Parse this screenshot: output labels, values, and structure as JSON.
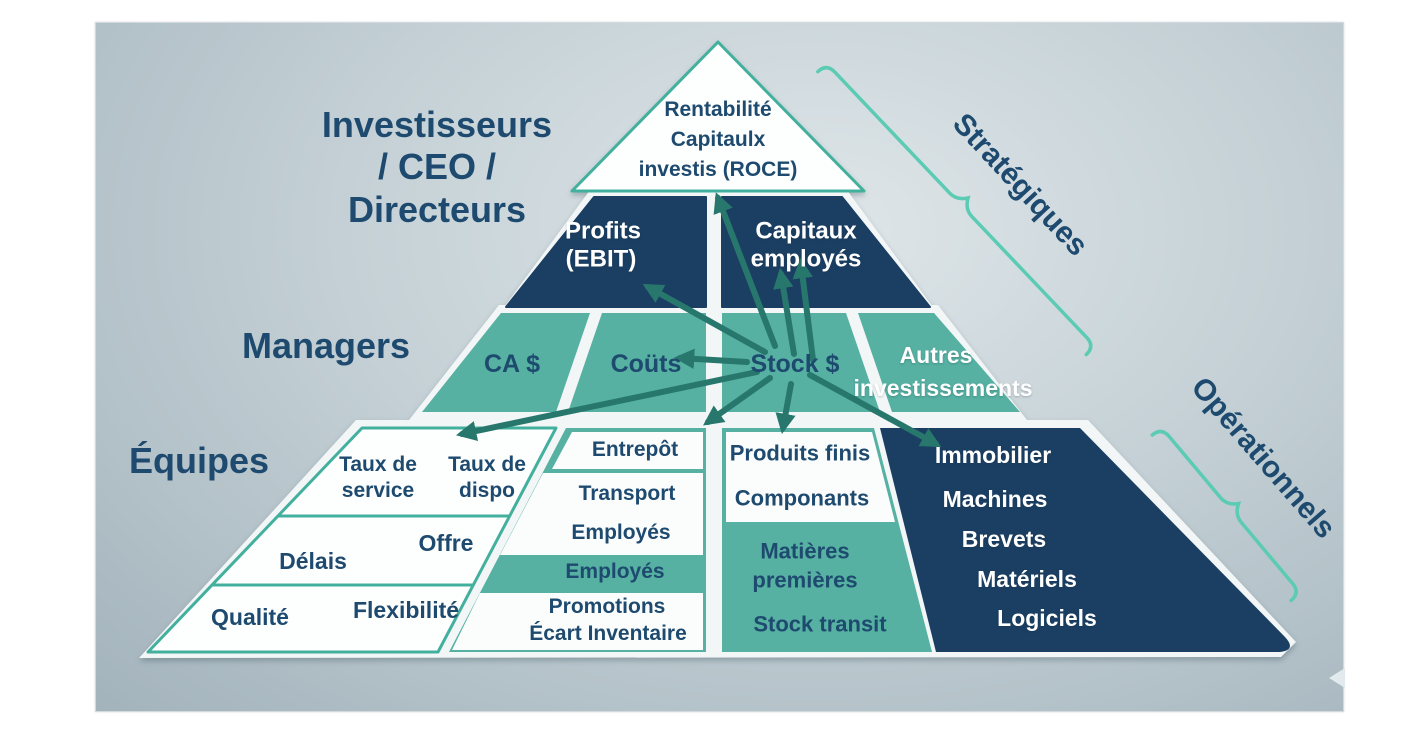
{
  "audience_labels": {
    "investors_line1": "Investisseurs",
    "investors_line2": "/ CEO /",
    "investors_line3": "Directeurs",
    "managers": "Managers",
    "teams": "Équipes"
  },
  "category_labels": {
    "strategic": "Stratégiques",
    "operational": "Opérationnels"
  },
  "pyramid": {
    "top": {
      "line1": "Rentabilité",
      "line2": "Capitaulx",
      "line3": "investis (ROCE)"
    },
    "level2": {
      "profits_line1": "Profits",
      "profits_line2": "(EBIT)",
      "capitaux_line1": "Capitaux",
      "capitaux_line2": "employés"
    },
    "level3": {
      "ca": "CA $",
      "couts": "Coüts",
      "stock": "Stock $",
      "autres_line1": "Autres",
      "autres_line2": "investissements"
    },
    "level4": {
      "col1": {
        "r1a_line1": "Taux de",
        "r1a_line2": "service",
        "r1b_line1": "Taux de",
        "r1b_line2": "dispo",
        "r2a": "Délais",
        "r2b": "Offre",
        "r3a": "Qualité",
        "r3b": "Flexibilité"
      },
      "col2": {
        "box1": "Entrepôt",
        "box2_line1": "Transport",
        "box2_line2": "Employés",
        "strip": "Employés",
        "box3_line1": "Promotions",
        "box3_line2": "Écart Inventaire"
      },
      "col3": {
        "box_line1": "Produits finis",
        "box_line2": "Componants",
        "teal_line1": "Matières",
        "teal_line2": "premières",
        "teal_line3": "Stock transit"
      },
      "col4": {
        "item1": "Immobilier",
        "item2": "Machines",
        "item3": "Brevets",
        "item4": "Matériels",
        "item5": "Logiciels"
      }
    }
  },
  "colors": {
    "navy": "#1b3f63",
    "teal": "#56b1a2",
    "teal_border": "#43b09e",
    "arrow": "#27776d",
    "brace": "#5bcbb3",
    "text_dark": "#1d4a6e",
    "text_light": "#ffffff"
  }
}
